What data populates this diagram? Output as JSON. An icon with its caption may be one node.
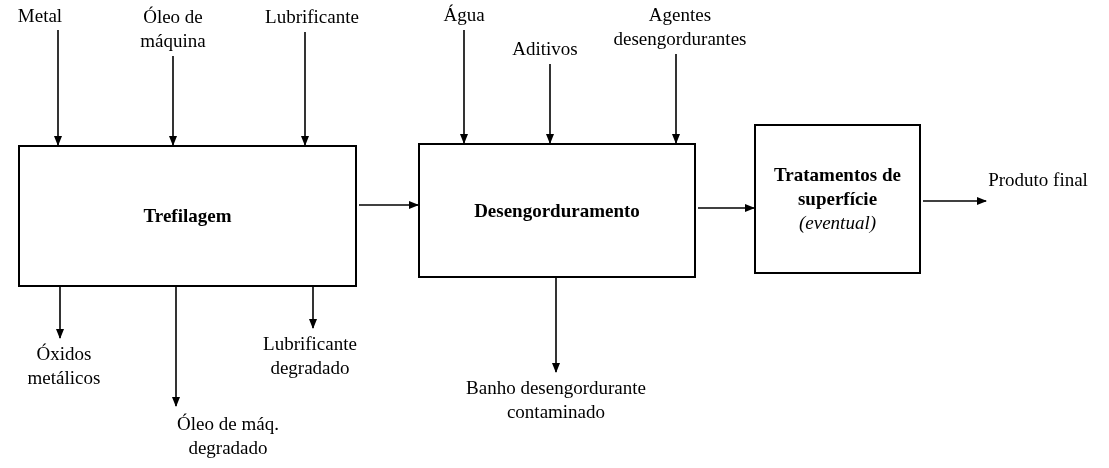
{
  "diagram": {
    "nodes": [
      {
        "text": [
          "Metal"
        ]
      },
      {
        "text": [
          "Óleo de máquina"
        ]
      },
      {
        "text": [
          "Lubrificante"
        ]
      },
      {
        "text": [
          "Trefilagem"
        ]
      },
      {
        "text": [
          "Água"
        ]
      },
      {
        "text": [
          "Aditivos"
        ]
      },
      {
        "text": [
          "Agentes desengordurantes"
        ]
      },
      {
        "text": [
          "Desengorduramento"
        ]
      },
      {
        "text": [
          "Tratamentos de superfície",
          "(eventual)"
        ]
      },
      {
        "text": [
          "Produto final"
        ]
      },
      {
        "text": [
          "Óxidos metálicos"
        ]
      },
      {
        "text": [
          "Óleo de máq. degradado"
        ]
      },
      {
        "text": [
          "Lubrificante degradado"
        ]
      },
      {
        "text": [
          "Banho desengordurante contaminado"
        ]
      }
    ],
    "edges": [
      {
        "from": 0,
        "to": 3,
        "arrow": "to"
      },
      {
        "from": 1,
        "to": 3,
        "arrow": "to"
      },
      {
        "from": 2,
        "to": 3,
        "arrow": "to"
      },
      {
        "from": 3,
        "to": 7,
        "arrow": "to"
      },
      {
        "from": 4,
        "to": 7,
        "arrow": "to"
      },
      {
        "from": 5,
        "to": 7,
        "arrow": "to"
      },
      {
        "from": 6,
        "to": 7,
        "arrow": "to"
      },
      {
        "from": 7,
        "to": 8,
        "arrow": "to"
      },
      {
        "from": 8,
        "to": 9,
        "arrow": "to"
      },
      {
        "from": 3,
        "to": 10,
        "arrow": "to"
      },
      {
        "from": 3,
        "to": 11,
        "arrow": "to"
      },
      {
        "from": 3,
        "to": 12,
        "arrow": "to"
      },
      {
        "from": 7,
        "to": 13,
        "arrow": "to"
      }
    ]
  }
}
